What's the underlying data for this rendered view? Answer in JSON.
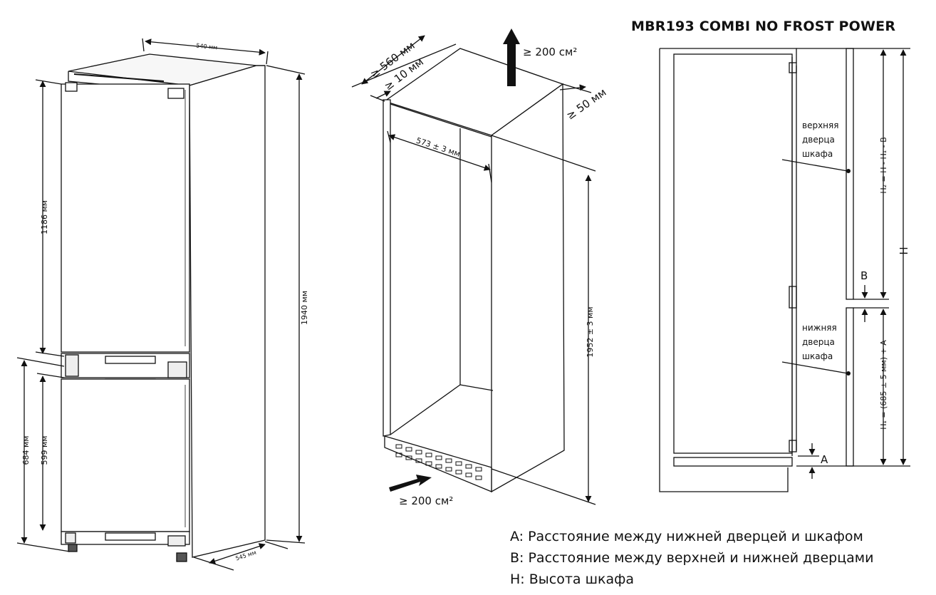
{
  "title": "MBR193 COMBI NO FROST POWER",
  "fridge_view": {
    "width_top": "540 мм",
    "depth_bottom": "545 мм",
    "height_total": "1940 мм",
    "upper_height": "1186 мм",
    "lower_outer": "684 мм",
    "lower_inner": "599 мм"
  },
  "niche_view": {
    "depth_min": "≥ 560 мм",
    "gap_top": "≥ 10 мм",
    "vent_top": "≥ 200 см²",
    "vent_rear": "≥ 50 мм",
    "inner_width": "573 ± 3 мм",
    "niche_height": "1952 ± 3 мм",
    "vent_bottom": "≥ 200 см²"
  },
  "side_view": {
    "upper_door_label": [
      "верхняя",
      "дверца",
      "шкафа"
    ],
    "lower_door_label": [
      "нижняя",
      "дверца",
      "шкафа"
    ],
    "h2_formula": "H₂ = H - H₁ - B",
    "h1_formula": "H₁ = (685 ± 5 мм) + A",
    "h_label": "H",
    "b_label": "B",
    "a_label": "A"
  },
  "legend": [
    "A: Расстояние между нижней дверцей и шкафом",
    "B: Расстояние между верхней и нижней дверцами",
    "H: Высота шкафа"
  ]
}
